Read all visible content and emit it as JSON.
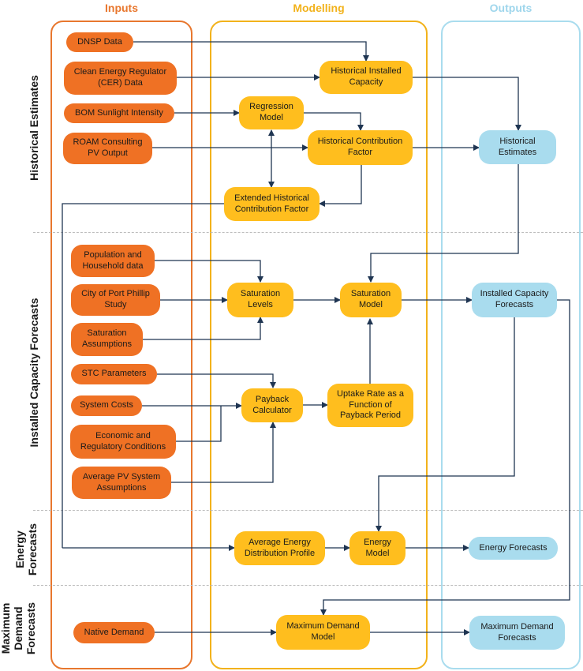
{
  "columns": {
    "inputs": "Inputs",
    "modelling": "Modelling",
    "outputs": "Outputs"
  },
  "rows": {
    "historical": "Historical Estimates",
    "installed": "Installed Capacity Forecasts",
    "energy": "Energy\nForecasts",
    "maxdemand": "Maximum\nDemand\nForecasts"
  },
  "nodes": {
    "dnsp": "DNSP Data",
    "cer": "Clean Energy Regulator\n(CER) Data",
    "bom": "BOM Sunlight Intensity",
    "roam": "ROAM Consulting\nPV Output",
    "hic": "Historical Installed\nCapacity",
    "regr": "Regression\nModel",
    "hcf": "Historical Contribution\nFactor",
    "ehcf": "Extended Historical\nContribution Factor",
    "histest": "Historical\nEstimates",
    "pop": "Population and\nHousehold data",
    "cpp": "City of Port Phillip\nStudy",
    "satass": "Saturation\nAssumptions",
    "stc": "STC Parameters",
    "syscost": "System Costs",
    "econ": "Economic and\nRegulatory Conditions",
    "avgpv": "Average PV System\nAssumptions",
    "satlev": "Saturation\nLevels",
    "satmod": "Saturation\nModel",
    "payback": "Payback\nCalculator",
    "uptake": "Uptake Rate as a\nFunction of\nPayback Period",
    "icf": "Installed Capacity\nForecasts",
    "aedp": "Average Energy\nDistribution Profile",
    "energymod": "Energy\nModel",
    "energyfc": "Energy Forecasts",
    "native": "Native Demand",
    "mdm": "Maximum Demand\nModel",
    "mdf": "Maximum Demand\nForecasts"
  },
  "colors": {
    "inputs": "#ef7124",
    "modelling": "#ffbe1e",
    "outputs": "#a9dcee",
    "inputs_title": "#e8772e",
    "modelling_title": "#f2b21b",
    "outputs_title": "#9fd6ec",
    "arrow": "#1f3552"
  }
}
